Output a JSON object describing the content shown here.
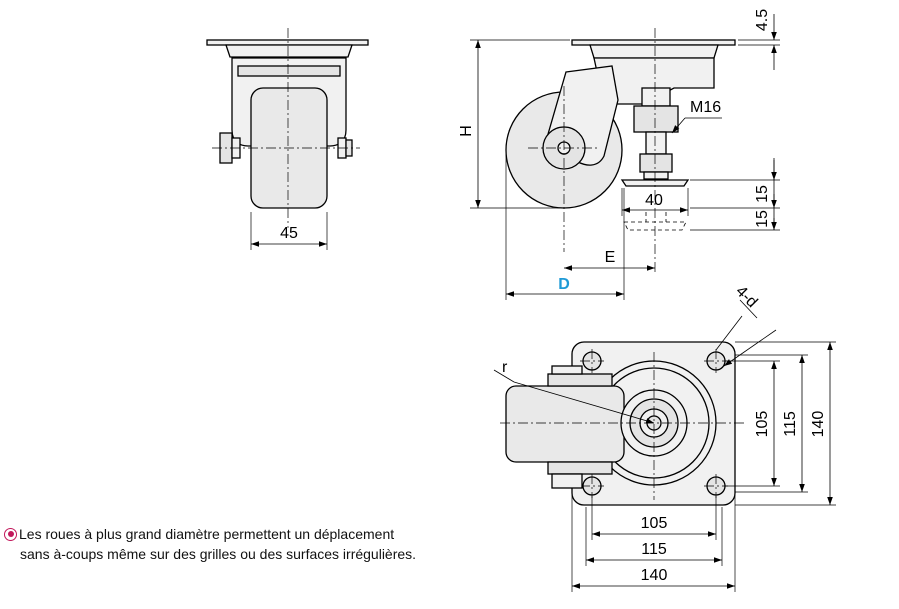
{
  "dimensions": {
    "front_wheel_width": "45",
    "plate_thickness": "4.5",
    "height": "H",
    "thread": "M16",
    "pad_diameter": "40",
    "pad_height": "15",
    "pad_stroke": "15",
    "offset_e": "E",
    "offset_d": "D",
    "hole_spec": "4-d",
    "corner_radius": "r",
    "hole_pitch_vertical": "105",
    "outer_115_vertical": "115",
    "plate_vertical": "140",
    "hole_pitch_horizontal": "105",
    "outer_115_horizontal": "115",
    "plate_horizontal": "140"
  },
  "note": {
    "line1": "Les roues à plus grand diamètre permettent un déplacement",
    "line2": "sans à-coups même sur des grilles ou des surfaces irrégulières."
  },
  "colors": {
    "highlight_dimension": "#1f9ad6",
    "note_icon": "#c2185b"
  }
}
